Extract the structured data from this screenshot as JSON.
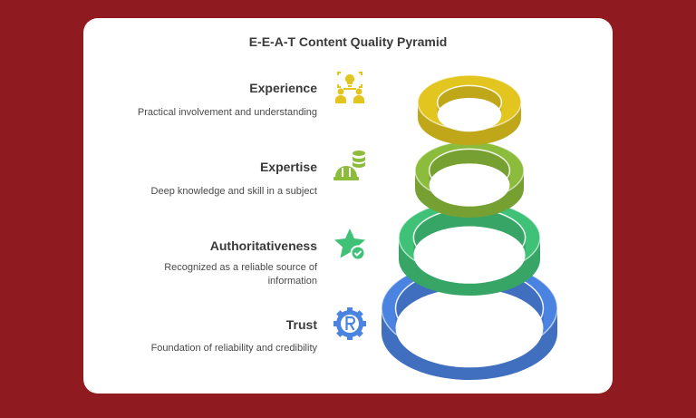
{
  "title": "E-E-A-T Content Quality Pyramid",
  "layers": [
    {
      "name": "Experience",
      "description": "Practical involvement and understanding",
      "color": "#e2c51e",
      "icon": "people-idea-icon"
    },
    {
      "name": "Expertise",
      "description": "Deep knowledge and skill in a subject",
      "color": "#8cbc3c",
      "icon": "hardhat-database-icon"
    },
    {
      "name": "Authoritativeness",
      "description": "Recognized as a reliable source of information",
      "color": "#3fc278",
      "icon": "star-check-icon"
    },
    {
      "name": "Trust",
      "description": "Foundation of reliability and credibility",
      "color": "#4a83e0",
      "icon": "registered-gear-icon"
    }
  ]
}
